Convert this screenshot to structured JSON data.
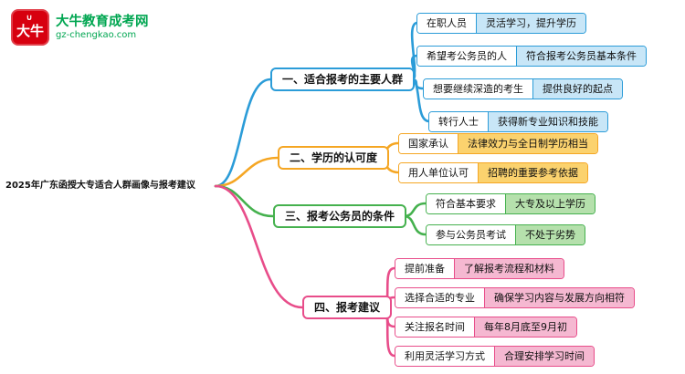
{
  "logo": {
    "icon_text": "大牛",
    "icon_horns": "∪",
    "site_name": "大牛教育成考网",
    "site_url": "gz-chengkao.com",
    "brand_green": "#00a651",
    "brand_red": "#d7000f"
  },
  "mindmap": {
    "root": "2025年广东函授大专适合人群画像与报考建议",
    "branches": [
      {
        "label": "一、适合报考的主要人群",
        "color": "#2b9cd8",
        "fill": "#c8e6f7",
        "children": [
          {
            "label": "在职人员",
            "value": "灵活学习，提升学历"
          },
          {
            "label": "希望考公务员的人",
            "value": "符合报考公务员基本条件"
          },
          {
            "label": "想要继续深造的考生",
            "value": "提供良好的起点"
          },
          {
            "label": "转行人士",
            "value": "获得新专业知识和技能"
          }
        ]
      },
      {
        "label": "二、学历的认可度",
        "color": "#f5a623",
        "fill": "#fbd26e",
        "children": [
          {
            "label": "国家承认",
            "value": "法律效力与全日制学历相当"
          },
          {
            "label": "用人单位认可",
            "value": "招聘的重要参考依据"
          }
        ]
      },
      {
        "label": "三、报考公务员的条件",
        "color": "#45b14e",
        "fill": "#b5e0ac",
        "children": [
          {
            "label": "符合基本要求",
            "value": "大专及以上学历"
          },
          {
            "label": "参与公务员考试",
            "value": "不处于劣势"
          }
        ]
      },
      {
        "label": "四、报考建议",
        "color": "#e84d8a",
        "fill": "#f5b8d1",
        "children": [
          {
            "label": "提前准备",
            "value": "了解报考流程和材料"
          },
          {
            "label": "选择合适的专业",
            "value": "确保学习内容与发展方向相符"
          },
          {
            "label": "关注报名时间",
            "value": "每年8月底至9月初"
          },
          {
            "label": "利用灵活学习方式",
            "value": "合理安排学习时间"
          }
        ]
      }
    ]
  }
}
